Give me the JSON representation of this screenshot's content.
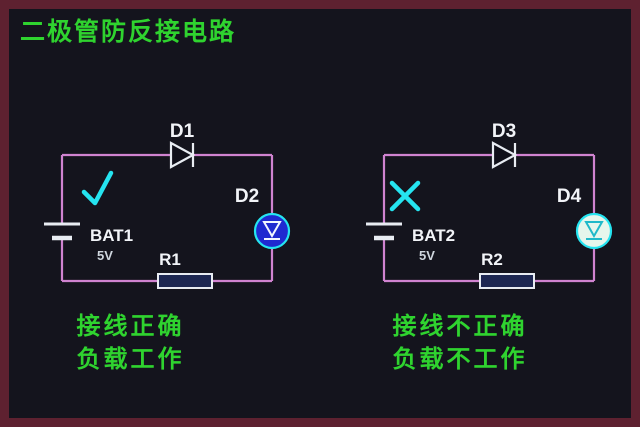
{
  "page": {
    "title": "二极管防反接电路"
  },
  "colors": {
    "background": "#14141d",
    "border": "#5e2130",
    "wire": "#d083d0",
    "symbol": "#e8ecf2",
    "cyan": "#25e4f0",
    "green": "#2fd32f",
    "led_on_fill": "#1f2ad0",
    "led_off_fill": "#e6f6ec",
    "label": "#f2f4f8"
  },
  "circuits": [
    {
      "diode_label": "D1",
      "led_label": "D2",
      "battery_label": "BAT1",
      "battery_voltage": "5V",
      "resistor_label": "R1",
      "status": "correct",
      "status_icon": "check-icon",
      "caption_line1": "接线正确",
      "caption_line2": "负载工作"
    },
    {
      "diode_label": "D3",
      "led_label": "D4",
      "battery_label": "BAT2",
      "battery_voltage": "5V",
      "resistor_label": "R2",
      "status": "incorrect",
      "status_icon": "cross-icon",
      "caption_line1": "接线不正确",
      "caption_line2": "负载不工作"
    }
  ]
}
